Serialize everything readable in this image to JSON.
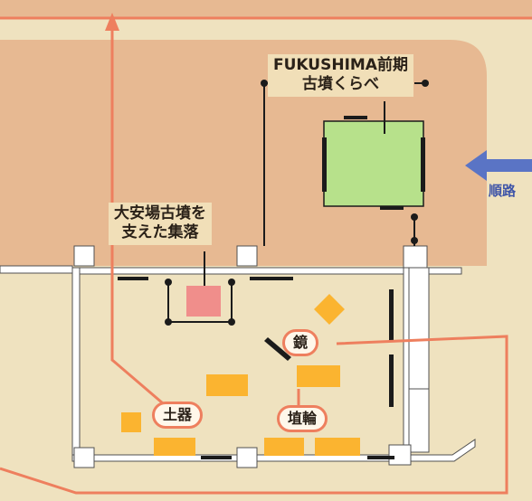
{
  "labels": {
    "fukushima_line1": "FUKUSHIMA前期",
    "fukushima_line2": "古墳くらべ",
    "settlement_line1": "大安場古墳を",
    "settlement_line2": "支えた集落",
    "mirror": "鏡",
    "pottery": "土器",
    "haniwa": "埴輪",
    "route": "順路"
  },
  "colors": {
    "background": "#efe2bf",
    "upper_zone": "#e7b992",
    "arrow_line": "#ee7f5e",
    "green_box": "#b7e18b",
    "pink_box": "#f08e8b",
    "orange_items": "#fbb430",
    "route_arrow": "#5a74c5",
    "wall": "#ffffff"
  }
}
